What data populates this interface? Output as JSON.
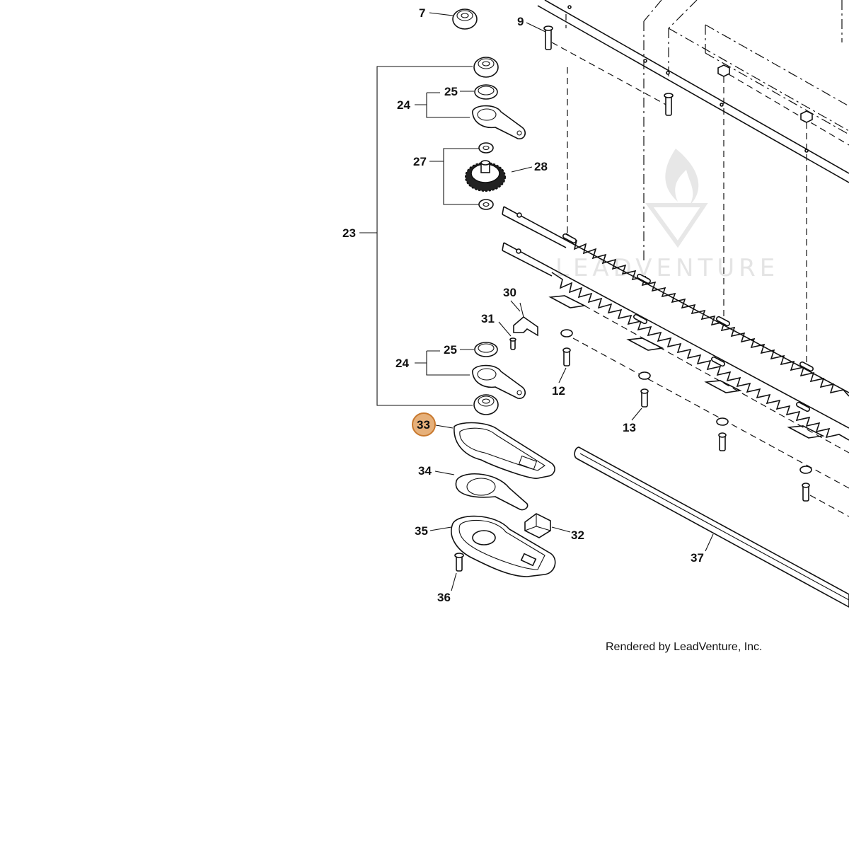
{
  "watermark": {
    "text": "LEADVENTURE"
  },
  "credit": "Rendered by LeadVenture, Inc.",
  "highlight": {
    "color": "#e6b07a",
    "border": "#c8782d"
  },
  "callouts": {
    "c7": "7",
    "c9": "9",
    "c23": "23",
    "c24a": "24",
    "c25a": "25",
    "c27": "27",
    "c28": "28",
    "c30": "30",
    "c31": "31",
    "c24b": "24",
    "c25b": "25",
    "c12": "12",
    "c13": "13",
    "c33": "33",
    "c34": "34",
    "c35": "35",
    "c32": "32",
    "c36": "36",
    "c37": "37"
  }
}
